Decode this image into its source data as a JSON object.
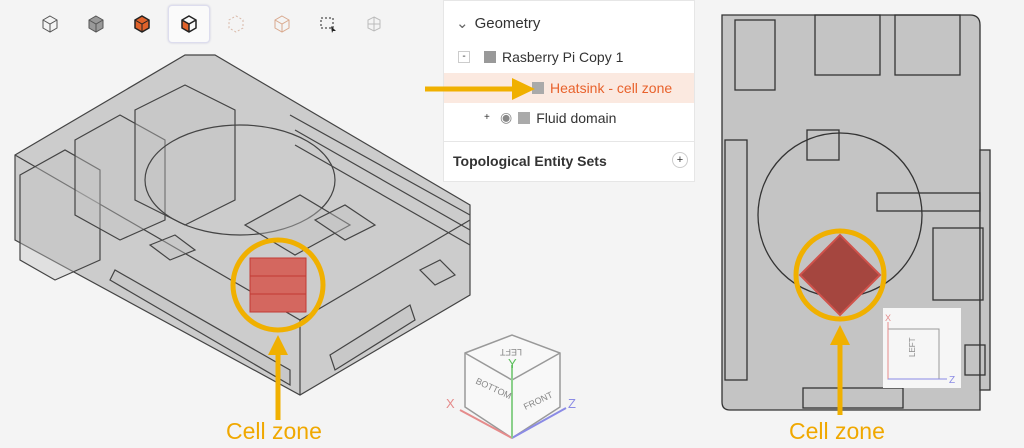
{
  "toolbar": {
    "items": [
      {
        "icon": "cube-wireframe-icon"
      },
      {
        "icon": "cube-solid-icon"
      },
      {
        "icon": "cube-orange-faces-icon"
      },
      {
        "icon": "cube-orange-face-selected-icon",
        "active": true
      },
      {
        "icon": "cube-vertices-icon"
      },
      {
        "icon": "cube-edges-icon"
      },
      {
        "icon": "box-select-icon"
      },
      {
        "icon": "mesh-icon"
      }
    ]
  },
  "tree": {
    "section_title": "Geometry",
    "items": [
      {
        "label": "Rasberry Pi Copy 1",
        "expander": "-"
      },
      {
        "label": "Heatsink - cell zone",
        "selected": true
      },
      {
        "label": "Fluid domain",
        "expander": "+"
      }
    ],
    "section2_title": "Topological Entity Sets",
    "add": "+"
  },
  "gizmo": {
    "faces": {
      "top": "LEFT",
      "left": "BOTTOM",
      "right": "FRONT"
    },
    "axes": {
      "x": "X",
      "y": "Y",
      "z": "Z"
    }
  },
  "gizmo2": {
    "face": "LEFT",
    "axes": {
      "x": "X",
      "z": "Z"
    }
  },
  "annotations": {
    "left": "Cell zone",
    "right": "Cell zone"
  },
  "colors": {
    "accent": "#f0a800",
    "highlight": "#c9504a",
    "selected_text": "#e8622c",
    "model": "#c4c4c4"
  }
}
